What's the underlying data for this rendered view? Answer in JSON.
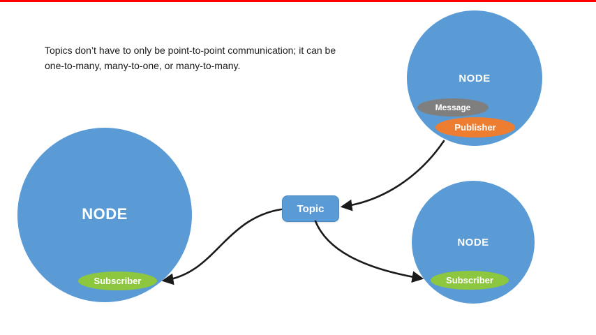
{
  "slide": {
    "description": "Topics don’t have to only be point-to-point communication; it can be one-to-many, many-to-one, or many-to-many."
  },
  "diagram": {
    "left_node": {
      "label": "NODE",
      "subscriber_label": "Subscriber"
    },
    "topic": {
      "label": "Topic"
    },
    "top_right_node": {
      "label": "NODE",
      "message_label": "Message",
      "publisher_label": "Publisher"
    },
    "bottom_right_node": {
      "label": "NODE",
      "subscriber_label": "Subscriber"
    }
  },
  "colors": {
    "node_blue": "#5b9bd5",
    "subscriber_green": "#8dc63f",
    "publisher_orange": "#ed7d31",
    "message_gray": "#7f7f7f",
    "arrow_black": "#1a1a1a",
    "top_line_red": "#ff0000"
  }
}
